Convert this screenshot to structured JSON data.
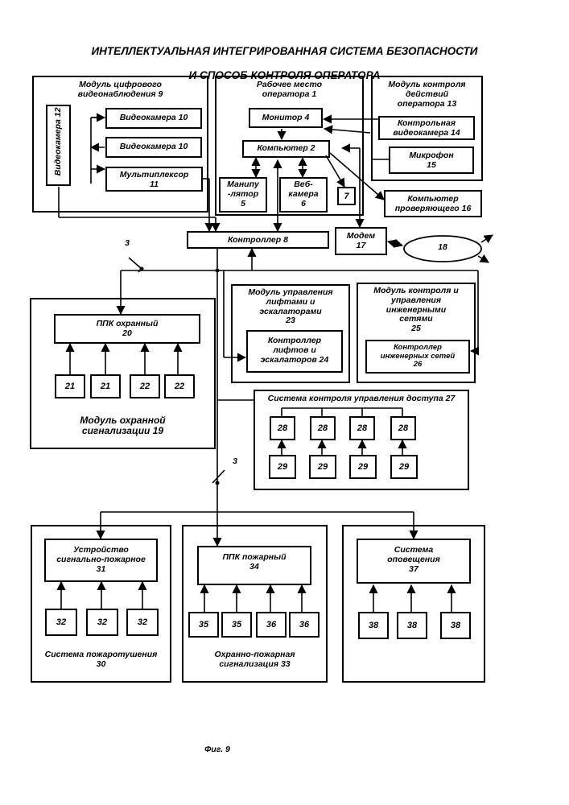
{
  "title_line1": "ИНТЕЛЛЕКТУАЛЬНАЯ ИНТЕГРИРОВАННАЯ СИСТЕМА БЕЗОПАСНОСТИ",
  "title_line2": "И СПОСОБ КОНТРОЛЯ ОПЕРАТОРА",
  "figure_caption": "Фиг. 9",
  "blocks": {
    "video_module": "Модуль цифрового\nвидеонаблюдения 9",
    "videocam12": "Видеокамера 12",
    "videocam10a": "Видеокамера 10",
    "videocam10b": "Видеокамера 10",
    "multiplexer": "Мультиплексор\n11",
    "workplace": "Рабочее место\nоператора 1",
    "monitor": "Монитор 4",
    "computer": "Компьютер 2",
    "manipulator": "Манипу\n-лятор\n5",
    "webcam": "Веб-\nкамера\n6",
    "block7": "7",
    "control_module": "Модуль контроля\nдействий\nоператора 13",
    "control_videocam": "Контрольная\nвидеокамера 14",
    "microphone": "Микрофон\n15",
    "checker_computer": "Компьютер\nпроверяющего 16",
    "controller": "Контроллер 8",
    "modem": "Модем\n17",
    "cloud": "18",
    "line3_top": "3",
    "line3_bottom": "3",
    "alarm_module": "Модуль охранной\nсигнализации 19",
    "ppk_guard": "ППК охранный\n20",
    "s21a": "21",
    "s21b": "21",
    "s22a": "22",
    "s22b": "22",
    "lift_module": "Модуль управления\nлифтами и\nэскалаторами\n23",
    "lift_controller": "Контроллер\nлифтов и\nэскалаторов 24",
    "eng_module": "Модуль контроля и\nуправления\nинженерными\nсетями\n25",
    "eng_controller": "Контроллер\nинженерных сетей\n26",
    "access_system": "Система контроля управления доступа 27",
    "r28": [
      "28",
      "28",
      "28",
      "28"
    ],
    "r29": [
      "29",
      "29",
      "29",
      "29"
    ],
    "fire_device": "Устройство\nсигнально-пожарное\n31",
    "fire_extinguish": "Система пожаротушения\n30",
    "d32": [
      "32",
      "32",
      "32"
    ],
    "ppk_fire": "ППК пожарный\n34",
    "fire_alarm": "Охранно-пожарная\nсигнализация  33",
    "d35": [
      "35",
      "35"
    ],
    "d36": [
      "36",
      "36"
    ],
    "notify": "Система\nоповещения\n37",
    "d38": [
      "38",
      "38",
      "38"
    ]
  }
}
